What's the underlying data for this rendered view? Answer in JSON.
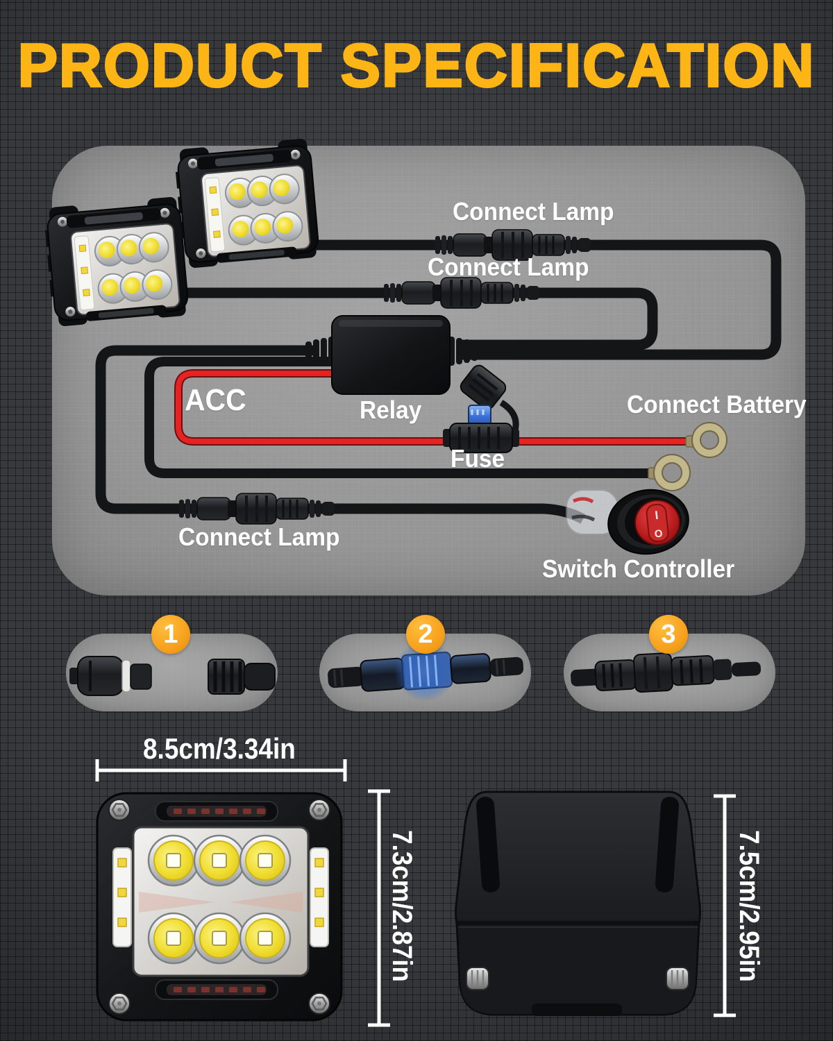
{
  "title": "PRODUCT SPECIFICATION",
  "colors": {
    "title_yellow": "#fcb514",
    "badge_orange": "#f6a01c",
    "wire_red": "#e62222",
    "panel_gray": "#959595",
    "background_gray": "#37393c",
    "led_yellow": "#eed629"
  },
  "wiring": {
    "connect_lamp_top": "Connect Lamp",
    "connect_lamp_mid": "Connect Lamp",
    "connect_lamp_bottom": "Connect Lamp",
    "acc": "ACC",
    "relay": "Relay",
    "fuse": "Fuse",
    "connect_battery": "Connect Battery",
    "switch_controller": "Switch Controller",
    "switch_on": "I",
    "switch_off": "O"
  },
  "steps": [
    {
      "number": "1"
    },
    {
      "number": "2"
    },
    {
      "number": "3"
    }
  ],
  "dimensions": {
    "pod_width": "8.5cm/3.34in",
    "pod_height": "7.3cm/2.87in",
    "bracket_height": "7.5cm/2.95in"
  }
}
